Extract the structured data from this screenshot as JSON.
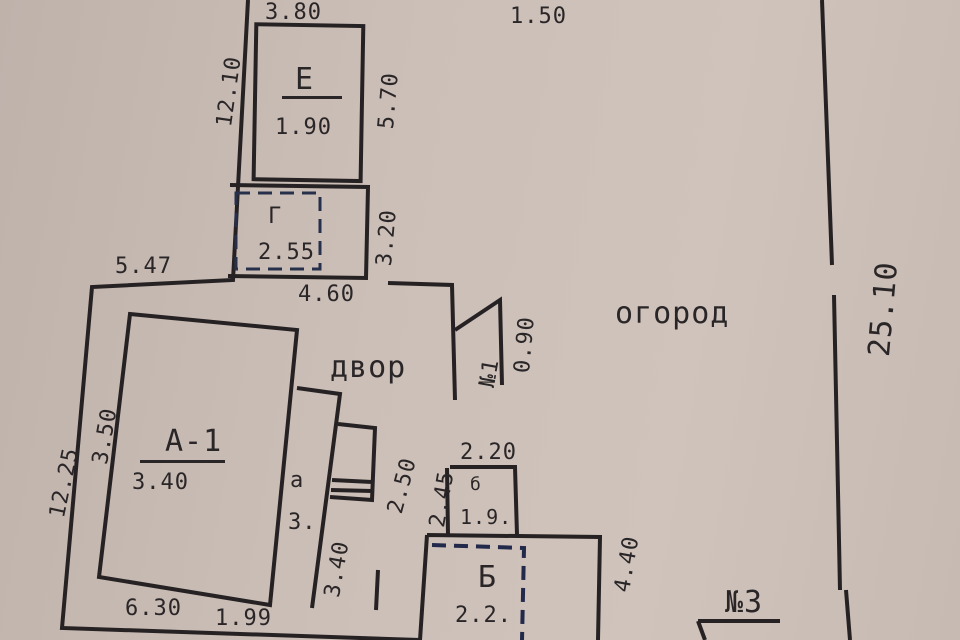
{
  "plan": {
    "top_width": "3.80",
    "top_gap": "1.50",
    "left_top": "12.10",
    "room_e": {
      "letter": "Е",
      "height": "1.90",
      "side": "5.70"
    },
    "room_g": {
      "letter": "Г",
      "value": "2.55",
      "side": "3.20"
    },
    "left_mid": "5.47",
    "yard_width": "4.60",
    "gate": {
      "label": "№1",
      "width": "0.90"
    },
    "garden": "огород",
    "right_side": "25.10",
    "yard": "двор",
    "house_a": {
      "letter": "А-1",
      "height": "3.40",
      "side": "3.50"
    },
    "left_side": "12.25",
    "annex_a": {
      "letter": "а",
      "value": "3."
    },
    "annex_side": "3.40",
    "dim_250": "2.50",
    "dim_245": "2.45",
    "room_b_small": {
      "letter": "б",
      "width": "2.20",
      "value": "1.9."
    },
    "room_b": {
      "letter": "Б",
      "value": "2.2.",
      "side": "4.40"
    },
    "n3": "№3",
    "bottom_left": "6.30",
    "bottom_mid": "1.99"
  }
}
